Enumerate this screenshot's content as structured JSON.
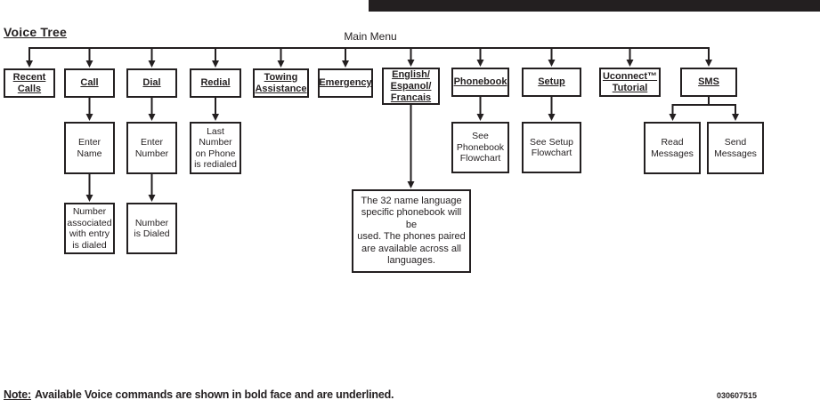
{
  "page": {
    "title": "Voice Tree"
  },
  "colors": {
    "ink": "#231f20",
    "background": "#ffffff"
  },
  "diagram": {
    "main_menu_label": "Main Menu",
    "nodes": {
      "recent_calls": {
        "label": "Recent\nCalls",
        "voice_command": true
      },
      "call": {
        "label": "Call",
        "voice_command": true
      },
      "dial": {
        "label": "Dial",
        "voice_command": true
      },
      "redial": {
        "label": "Redial",
        "voice_command": true
      },
      "towing": {
        "label": "Towing\nAssistance",
        "voice_command": true
      },
      "emergency": {
        "label": "Emergency",
        "voice_command": true
      },
      "language": {
        "label": "English/\nEspanol/\nFrancais",
        "voice_command": true
      },
      "phonebook": {
        "label": "Phonebook",
        "voice_command": true
      },
      "setup": {
        "label": "Setup",
        "voice_command": true
      },
      "uconnect": {
        "label": "Uconnect™\nTutorial",
        "voice_command": true
      },
      "sms": {
        "label": "SMS",
        "voice_command": true
      },
      "enter_name": {
        "label": "Enter\nName",
        "voice_command": false
      },
      "enter_number": {
        "label": "Enter\nNumber",
        "voice_command": false
      },
      "last_number": {
        "label": "Last\nNumber\non Phone\nis redialed",
        "voice_command": false
      },
      "see_phonebook": {
        "label": "See\nPhonebook\nFlowchart",
        "voice_command": false
      },
      "see_setup": {
        "label": "See Setup\nFlowchart",
        "voice_command": false
      },
      "read_messages": {
        "label": "Read\nMessages",
        "voice_command": false
      },
      "send_messages": {
        "label": "Send\nMessages",
        "voice_command": false
      },
      "number_associated": {
        "label": "Number\nassociated\nwith entry\nis dialed",
        "voice_command": false
      },
      "number_dialed": {
        "label": "Number\nis Dialed",
        "voice_command": false
      },
      "language_note": {
        "label": "The 32 name language\nspecific phonebook will be\nused. The phones paired\nare available across all\nlanguages.",
        "voice_command": false
      }
    }
  },
  "footer": {
    "note_label": "Note:",
    "note_text": "Available Voice commands are shown in bold face and are underlined.",
    "doc_code": "030607515"
  }
}
